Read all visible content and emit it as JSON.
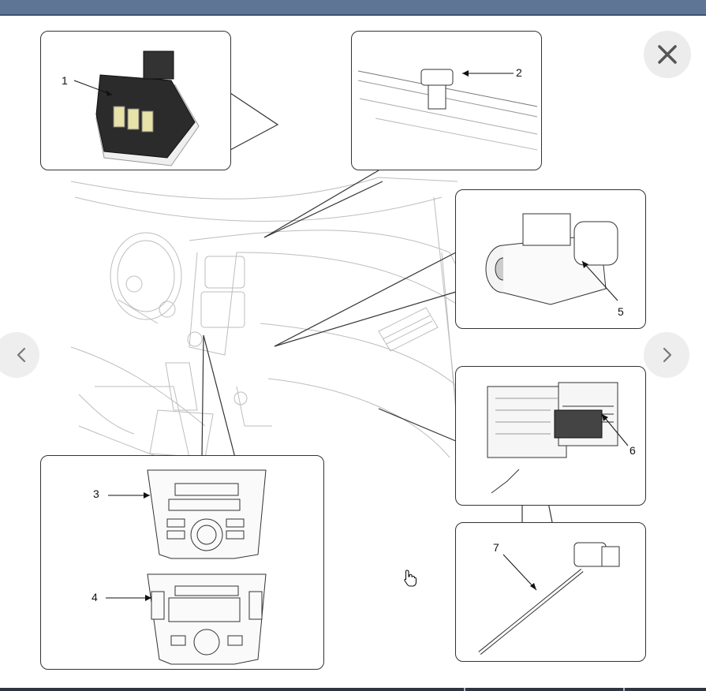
{
  "viewer": {
    "close_icon": "close-icon",
    "prev_icon": "chevron-left-icon",
    "next_icon": "chevron-right-icon",
    "cursor_icon": "hand-pointer-icon"
  },
  "diagram": {
    "callouts": [
      {
        "label": "1"
      },
      {
        "label": "2"
      },
      {
        "label": "3"
      },
      {
        "label": "4"
      },
      {
        "label": "5"
      },
      {
        "label": "6"
      },
      {
        "label": "7"
      }
    ]
  },
  "colors": {
    "topbar": "#5f7596",
    "nav_button_bg": "#eeeeee",
    "line": "#333333"
  }
}
